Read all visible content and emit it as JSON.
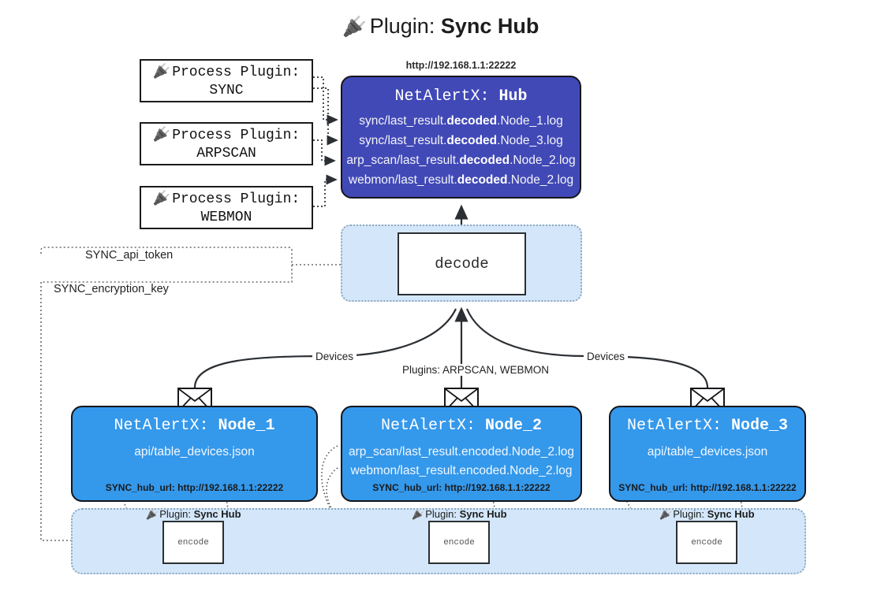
{
  "title": {
    "icon": "plug-icon",
    "prefix": "Plugin:",
    "name": "Sync Hub"
  },
  "process_plugins": [
    {
      "line1": "Process Plugin:",
      "line2": "SYNC"
    },
    {
      "line1": "Process Plugin:",
      "line2": "ARPSCAN"
    },
    {
      "line1": "Process Plugin:",
      "line2": "WEBMON"
    }
  ],
  "hub": {
    "url": "http://192.168.1.1:22222",
    "header_prefix": "NetAlertX:",
    "header_name": "Hub",
    "logs": [
      {
        "pre": "sync/last_result.",
        "em": "decoded",
        "post": ".Node_1.log"
      },
      {
        "pre": "sync/last_result.",
        "em": "decoded",
        "post": ".Node_3.log"
      },
      {
        "pre": "arp_scan/last_result.",
        "em": "decoded",
        "post": ".Node_2.log"
      },
      {
        "pre": "webmon/last_result.",
        "em": "decoded",
        "post": ".Node_2.log"
      }
    ]
  },
  "decode": {
    "label": "decode"
  },
  "tokens": {
    "api_token": "SYNC_api_token",
    "encryption_key": "SYNC_encryption_key"
  },
  "edge_labels": {
    "devices_left": "Devices",
    "devices_right": "Devices",
    "plugins_middle": "Plugins: ARPSCAN, WEBMON"
  },
  "nodes": [
    {
      "header_prefix": "NetAlertX:",
      "header_name": "Node_1",
      "lines": [
        "api/table_devices.json"
      ],
      "footer": "SYNC_hub_url: http://192.168.1.1:22222"
    },
    {
      "header_prefix": "NetAlertX:",
      "header_name": "Node_2",
      "lines": [
        "arp_scan/last_result.encoded.Node_2.log",
        "webmon/last_result.encoded.Node_2.log"
      ],
      "footer": "SYNC_hub_url: http://192.168.1.1:22222"
    },
    {
      "header_prefix": "NetAlertX:",
      "header_name": "Node_3",
      "lines": [
        "api/table_devices.json"
      ],
      "footer": "SYNC_hub_url: http://192.168.1.1:22222"
    }
  ],
  "encoders": [
    {
      "plugin_prefix": "Plugin:",
      "plugin_name": "Sync Hub",
      "label": "encode"
    },
    {
      "plugin_prefix": "Plugin:",
      "plugin_name": "Sync Hub",
      "label": "encode"
    },
    {
      "plugin_prefix": "Plugin:",
      "plugin_name": "Sync Hub",
      "label": "encode"
    }
  ],
  "colors": {
    "hub_fill": "#4149b7",
    "node_fill": "#3498eb",
    "container_fill": "#d4e7fa",
    "container_border": "#8fa8be",
    "stroke": "#2b2f33"
  }
}
